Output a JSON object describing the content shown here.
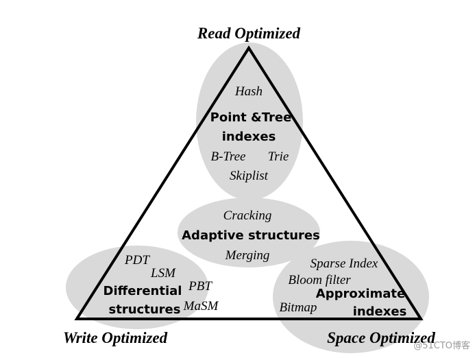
{
  "diagram": {
    "corners": {
      "read": "Read Optimized",
      "write": "Write Optimized",
      "space": "Space Optimized"
    },
    "regions": {
      "point_tree": {
        "title": [
          "Point &Tree",
          "indexes"
        ],
        "examples": [
          "Hash",
          "B-Tree",
          "Trie",
          "Skiplist"
        ]
      },
      "adaptive": {
        "title": [
          "Adaptive structures"
        ],
        "examples": [
          "Cracking",
          "Merging"
        ]
      },
      "differential": {
        "title": [
          "Differential",
          "structures"
        ],
        "examples": [
          "PDT",
          "LSM",
          "PBT",
          "MaSM"
        ]
      },
      "approximate": {
        "title": [
          "Approximate",
          "indexes"
        ],
        "examples": [
          "Sparse Index",
          "Bloom filter",
          "Bitmap"
        ]
      }
    },
    "colors": {
      "ellipse_fill": "#d9d9d9",
      "stroke": "#000000",
      "text": "#000000",
      "watermark": "#9a9a9a"
    }
  },
  "watermark": "@51CTO博客"
}
